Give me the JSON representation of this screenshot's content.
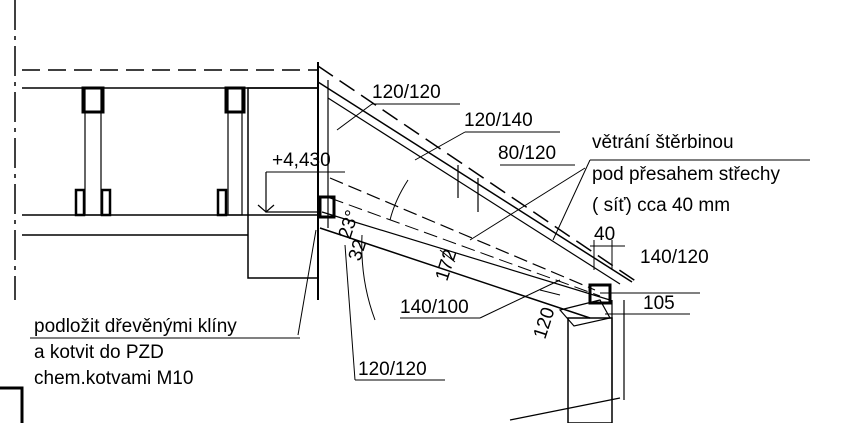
{
  "labels": {
    "beam_top": "120/120",
    "rafter_main": "120/140",
    "rafter_small": "80/120",
    "level": "+4,430",
    "angle_23": "23°",
    "angle_32": "32",
    "dim_172": "172",
    "beam_low": "140/100",
    "dim_120": "120",
    "vent_1": "větrání štěrbinou",
    "vent_2": "pod přesahem střechy",
    "vent_3": "( síť) cca 40 mm",
    "dim_40": "40",
    "eave_member": "140/120",
    "dim_105": "105",
    "note_1": "podložit dřevěnými klíny",
    "note_2": "a kotvit do PZD",
    "note_3": "chem.kotvami M10",
    "post_bottom": "120/120"
  }
}
